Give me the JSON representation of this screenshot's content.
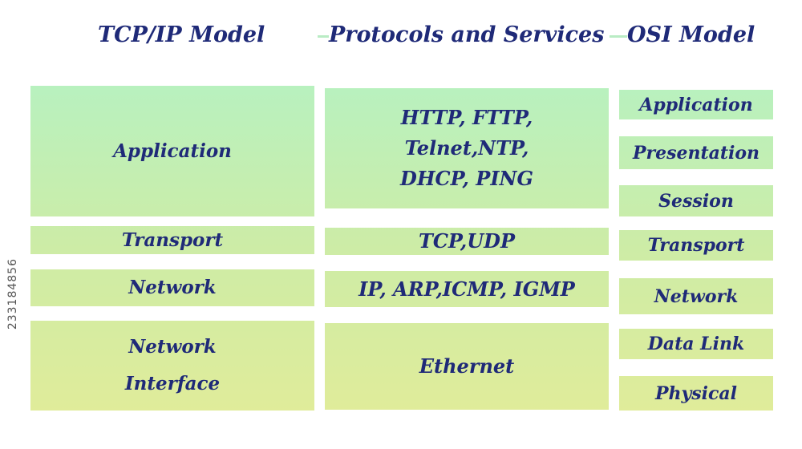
{
  "colors": {
    "text": "#1f2a78",
    "connector": "#b9ecc4",
    "box_top": "#b8f1bf",
    "box_mid": "#cdeca6",
    "box_bottom": "#e0ec9a"
  },
  "headings": {
    "tcpip": "TCP/IP Model",
    "protocols": "Protocols and Services",
    "osi": "OSI Model"
  },
  "tcpip_layers": [
    {
      "lines": [
        "Application"
      ]
    },
    {
      "lines": [
        "Transport"
      ]
    },
    {
      "lines": [
        "Network"
      ]
    },
    {
      "lines": [
        "Network",
        "Interface"
      ]
    }
  ],
  "protocol_groups": [
    {
      "lines": [
        "HTTP, FTTP,",
        "Telnet,NTP,",
        "DHCP, PING"
      ]
    },
    {
      "lines": [
        "TCP,UDP"
      ]
    },
    {
      "lines": [
        "IP, ARP,ICMP, IGMP"
      ]
    },
    {
      "lines": [
        "Ethernet"
      ]
    }
  ],
  "osi_layers": [
    {
      "lines": [
        "Application"
      ]
    },
    {
      "lines": [
        "Presentation"
      ]
    },
    {
      "lines": [
        "Session"
      ]
    },
    {
      "lines": [
        "Transport"
      ]
    },
    {
      "lines": [
        "Network"
      ]
    },
    {
      "lines": [
        "Data Link"
      ]
    },
    {
      "lines": [
        "Physical"
      ]
    }
  ],
  "stock_id": "233184856"
}
